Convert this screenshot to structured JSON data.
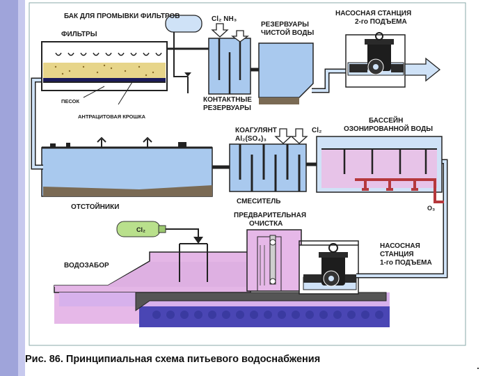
{
  "labels": {
    "filter_wash_tank": "БАК ДЛЯ ПРОМЫВКИ ФИЛЬТРОВ",
    "filters": "ФИЛЬТРЫ",
    "sand": "ПЕСОК",
    "anthracite": "АНТРАЦИТОВАЯ КРОШКА",
    "cl2_nh3": "Cl₂ NH₃",
    "contact_tanks_1": "КОНТАКТНЫЕ",
    "contact_tanks_2": "РЕЗЕРВУАРЫ",
    "clean_water_1": "РЕЗЕРВУАРЫ",
    "clean_water_2": "ЧИСТОЙ ВОДЫ",
    "pump2_1": "НАСОСНАЯ СТАНЦИЯ",
    "pump2_2": "2-го ПОДЪЕМА",
    "coagulant_1": "КОАГУЛЯНТ",
    "coagulant_2": "Al₂(SO₄)₃",
    "cl2_top": "Cl₂",
    "ozone_pool_1": "БАССЕЙН",
    "ozone_pool_2": "ОЗОНИРОВАННОЙ ВОДЫ",
    "mixer": "СМЕСИТЕЛЬ",
    "o3": "O₃",
    "settlers": "ОТСТОЙНИКИ",
    "pre_clean_1": "ПРЕДВАРИТЕЛЬНАЯ",
    "pre_clean_2": "ОЧИСТКА",
    "cl2_tank": "Cl₂",
    "intake": "ВОДОЗАБОР",
    "pump1_1": "НАСОСНАЯ",
    "pump1_2": "СТАНЦИЯ",
    "pump1_3": "1-го ПОДЪЕМА"
  },
  "caption": "Рис. 86. Принципиальная схема питьевого водоснабжения",
  "colors": {
    "water": "#a9c9ee",
    "water_intake": "#e6b8e8",
    "ozone_water": "#e7c3e8",
    "pipe_fill": "#cfe2f7",
    "sand": "#e7d58a",
    "chlorine_tank": "#b9e08c",
    "ozone_pipe": "#b5383c",
    "pump_body": "#1d1d1d"
  },
  "icons": [
    "flow-out-arrow",
    "chemical-dosing-arrow",
    "pump-icon",
    "chlorine-cylinder-icon"
  ]
}
